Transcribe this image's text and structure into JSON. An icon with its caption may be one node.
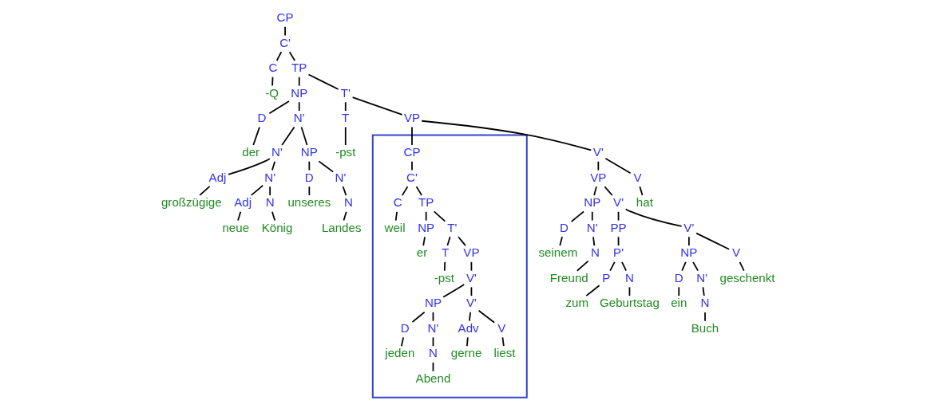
{
  "diagram": {
    "nodes": [
      {
        "text": [
          "CP"
        ]
      },
      {
        "text": [
          "C'"
        ]
      },
      {
        "text": [
          "C"
        ]
      },
      {
        "text": [
          "-Q"
        ]
      },
      {
        "text": [
          "TP"
        ]
      },
      {
        "text": [
          "NP"
        ]
      },
      {
        "text": [
          "D"
        ]
      },
      {
        "text": [
          "der"
        ]
      },
      {
        "text": [
          "N'"
        ]
      },
      {
        "text": [
          "N'"
        ]
      },
      {
        "text": [
          "Adj"
        ]
      },
      {
        "text": [
          "großzügige"
        ]
      },
      {
        "text": [
          "N'"
        ]
      },
      {
        "text": [
          "Adj"
        ]
      },
      {
        "text": [
          "neue"
        ]
      },
      {
        "text": [
          "N"
        ]
      },
      {
        "text": [
          "König"
        ]
      },
      {
        "text": [
          "NP"
        ]
      },
      {
        "text": [
          "D"
        ]
      },
      {
        "text": [
          "unseres"
        ]
      },
      {
        "text": [
          "N'"
        ]
      },
      {
        "text": [
          "N"
        ]
      },
      {
        "text": [
          "Landes"
        ]
      },
      {
        "text": [
          "T'"
        ]
      },
      {
        "text": [
          "T"
        ]
      },
      {
        "text": [
          "-pst"
        ]
      },
      {
        "text": [
          "VP"
        ]
      },
      {
        "text": [
          "V'"
        ]
      },
      {
        "text": [
          "VP"
        ]
      },
      {
        "text": [
          "NP"
        ]
      },
      {
        "text": [
          "D"
        ]
      },
      {
        "text": [
          "seinem"
        ]
      },
      {
        "text": [
          "N'"
        ]
      },
      {
        "text": [
          "N"
        ]
      },
      {
        "text": [
          "Freund"
        ]
      },
      {
        "text": [
          "V'"
        ]
      },
      {
        "text": [
          "PP"
        ]
      },
      {
        "text": [
          "P'"
        ]
      },
      {
        "text": [
          "P"
        ]
      },
      {
        "text": [
          "zum"
        ]
      },
      {
        "text": [
          "N"
        ]
      },
      {
        "text": [
          "Geburtstag"
        ]
      },
      {
        "text": [
          "V'"
        ]
      },
      {
        "text": [
          "NP"
        ]
      },
      {
        "text": [
          "D"
        ]
      },
      {
        "text": [
          "ein"
        ]
      },
      {
        "text": [
          "N'"
        ]
      },
      {
        "text": [
          "N"
        ]
      },
      {
        "text": [
          "Buch"
        ]
      },
      {
        "text": [
          "V"
        ]
      },
      {
        "text": [
          "geschenkt"
        ]
      },
      {
        "text": [
          "V"
        ]
      },
      {
        "text": [
          "hat"
        ]
      },
      {
        "text": [],
        "shape": "box"
      },
      {
        "text": [
          "CP"
        ],
        "in": 53
      },
      {
        "text": [
          "C'"
        ],
        "in": 53
      },
      {
        "text": [
          "C"
        ],
        "in": 53
      },
      {
        "text": [
          "weil"
        ],
        "in": 53
      },
      {
        "text": [
          "TP"
        ],
        "in": 53
      },
      {
        "text": [
          "NP"
        ],
        "in": 53
      },
      {
        "text": [
          "er"
        ],
        "in": 53
      },
      {
        "text": [
          "T'"
        ],
        "in": 53
      },
      {
        "text": [
          "T"
        ],
        "in": 53
      },
      {
        "text": [
          "-pst"
        ],
        "in": 53
      },
      {
        "text": [
          "VP"
        ],
        "in": 53
      },
      {
        "text": [
          "V'"
        ],
        "in": 53
      },
      {
        "text": [
          "NP"
        ],
        "in": 53
      },
      {
        "text": [
          "D"
        ],
        "in": 53
      },
      {
        "text": [
          "jeden"
        ],
        "in": 53
      },
      {
        "text": [
          "N'"
        ],
        "in": 53
      },
      {
        "text": [
          "N"
        ],
        "in": 53
      },
      {
        "text": [
          "Abend"
        ],
        "in": 53
      },
      {
        "text": [
          "V'"
        ],
        "in": 53
      },
      {
        "text": [
          "Adv"
        ],
        "in": 53
      },
      {
        "text": [
          "gerne"
        ],
        "in": 53
      },
      {
        "text": [
          "V"
        ],
        "in": 53
      },
      {
        "text": [
          "liest"
        ],
        "in": 53
      }
    ],
    "edges": [
      {
        "from": 0,
        "to": 1,
        "arrow": "none"
      },
      {
        "from": 1,
        "to": 2,
        "arrow": "none"
      },
      {
        "from": 2,
        "to": 3,
        "arrow": "none"
      },
      {
        "from": 1,
        "to": 4,
        "arrow": "none"
      },
      {
        "from": 4,
        "to": 5,
        "arrow": "none"
      },
      {
        "from": 5,
        "to": 6,
        "arrow": "none"
      },
      {
        "from": 6,
        "to": 7,
        "arrow": "none"
      },
      {
        "from": 5,
        "to": 8,
        "arrow": "none"
      },
      {
        "from": 8,
        "to": 9,
        "arrow": "none"
      },
      {
        "from": 9,
        "to": 10,
        "arrow": "none"
      },
      {
        "from": 10,
        "to": 11,
        "arrow": "none"
      },
      {
        "from": 9,
        "to": 12,
        "arrow": "none"
      },
      {
        "from": 12,
        "to": 13,
        "arrow": "none"
      },
      {
        "from": 13,
        "to": 14,
        "arrow": "none"
      },
      {
        "from": 12,
        "to": 15,
        "arrow": "none"
      },
      {
        "from": 15,
        "to": 16,
        "arrow": "none"
      },
      {
        "from": 8,
        "to": 17,
        "arrow": "none"
      },
      {
        "from": 17,
        "to": 18,
        "arrow": "none"
      },
      {
        "from": 18,
        "to": 19,
        "arrow": "none"
      },
      {
        "from": 17,
        "to": 20,
        "arrow": "none"
      },
      {
        "from": 20,
        "to": 21,
        "arrow": "none"
      },
      {
        "from": 21,
        "to": 22,
        "arrow": "none"
      },
      {
        "from": 4,
        "to": 23,
        "arrow": "none"
      },
      {
        "from": 23,
        "to": 24,
        "arrow": "none"
      },
      {
        "from": 24,
        "to": 25,
        "arrow": "none"
      },
      {
        "from": 23,
        "to": 26,
        "arrow": "none"
      },
      {
        "from": 26,
        "to": 27,
        "arrow": "none"
      },
      {
        "from": 27,
        "to": 28,
        "arrow": "none"
      },
      {
        "from": 28,
        "to": 29,
        "arrow": "none"
      },
      {
        "from": 29,
        "to": 30,
        "arrow": "none"
      },
      {
        "from": 30,
        "to": 31,
        "arrow": "none"
      },
      {
        "from": 29,
        "to": 32,
        "arrow": "none"
      },
      {
        "from": 32,
        "to": 33,
        "arrow": "none"
      },
      {
        "from": 33,
        "to": 34,
        "arrow": "none"
      },
      {
        "from": 28,
        "to": 35,
        "arrow": "none"
      },
      {
        "from": 35,
        "to": 36,
        "arrow": "none"
      },
      {
        "from": 36,
        "to": 37,
        "arrow": "none"
      },
      {
        "from": 37,
        "to": 38,
        "arrow": "none"
      },
      {
        "from": 38,
        "to": 39,
        "arrow": "none"
      },
      {
        "from": 37,
        "to": 40,
        "arrow": "none"
      },
      {
        "from": 40,
        "to": 41,
        "arrow": "none"
      },
      {
        "from": 35,
        "to": 42,
        "arrow": "none"
      },
      {
        "from": 42,
        "to": 43,
        "arrow": "none"
      },
      {
        "from": 43,
        "to": 44,
        "arrow": "none"
      },
      {
        "from": 44,
        "to": 45,
        "arrow": "none"
      },
      {
        "from": 43,
        "to": 46,
        "arrow": "none"
      },
      {
        "from": 46,
        "to": 47,
        "arrow": "none"
      },
      {
        "from": 47,
        "to": 48,
        "arrow": "none"
      },
      {
        "from": 42,
        "to": 49,
        "arrow": "none"
      },
      {
        "from": 49,
        "to": 50,
        "arrow": "none"
      },
      {
        "from": 27,
        "to": 51,
        "arrow": "none"
      },
      {
        "from": 51,
        "to": 52,
        "arrow": "none"
      },
      {
        "from": 26,
        "to": 54,
        "arrow": "none"
      },
      {
        "from": 54,
        "to": 55,
        "arrow": "none"
      },
      {
        "from": 55,
        "to": 56,
        "arrow": "none"
      },
      {
        "from": 56,
        "to": 57,
        "arrow": "none"
      },
      {
        "from": 55,
        "to": 58,
        "arrow": "none"
      },
      {
        "from": 58,
        "to": 59,
        "arrow": "none"
      },
      {
        "from": 59,
        "to": 60,
        "arrow": "none"
      },
      {
        "from": 58,
        "to": 61,
        "arrow": "none"
      },
      {
        "from": 61,
        "to": 62,
        "arrow": "none"
      },
      {
        "from": 62,
        "to": 63,
        "arrow": "none"
      },
      {
        "from": 61,
        "to": 64,
        "arrow": "none"
      },
      {
        "from": 64,
        "to": 65,
        "arrow": "none"
      },
      {
        "from": 65,
        "to": 66,
        "arrow": "none"
      },
      {
        "from": 66,
        "to": 67,
        "arrow": "none"
      },
      {
        "from": 67,
        "to": 68,
        "arrow": "none"
      },
      {
        "from": 66,
        "to": 69,
        "arrow": "none"
      },
      {
        "from": 69,
        "to": 70,
        "arrow": "none"
      },
      {
        "from": 70,
        "to": 71,
        "arrow": "none"
      },
      {
        "from": 65,
        "to": 72,
        "arrow": "none"
      },
      {
        "from": 72,
        "to": 73,
        "arrow": "none"
      },
      {
        "from": 73,
        "to": 74,
        "arrow": "none"
      },
      {
        "from": 72,
        "to": 75,
        "arrow": "none"
      },
      {
        "from": 75,
        "to": 76,
        "arrow": "none"
      }
    ]
  }
}
